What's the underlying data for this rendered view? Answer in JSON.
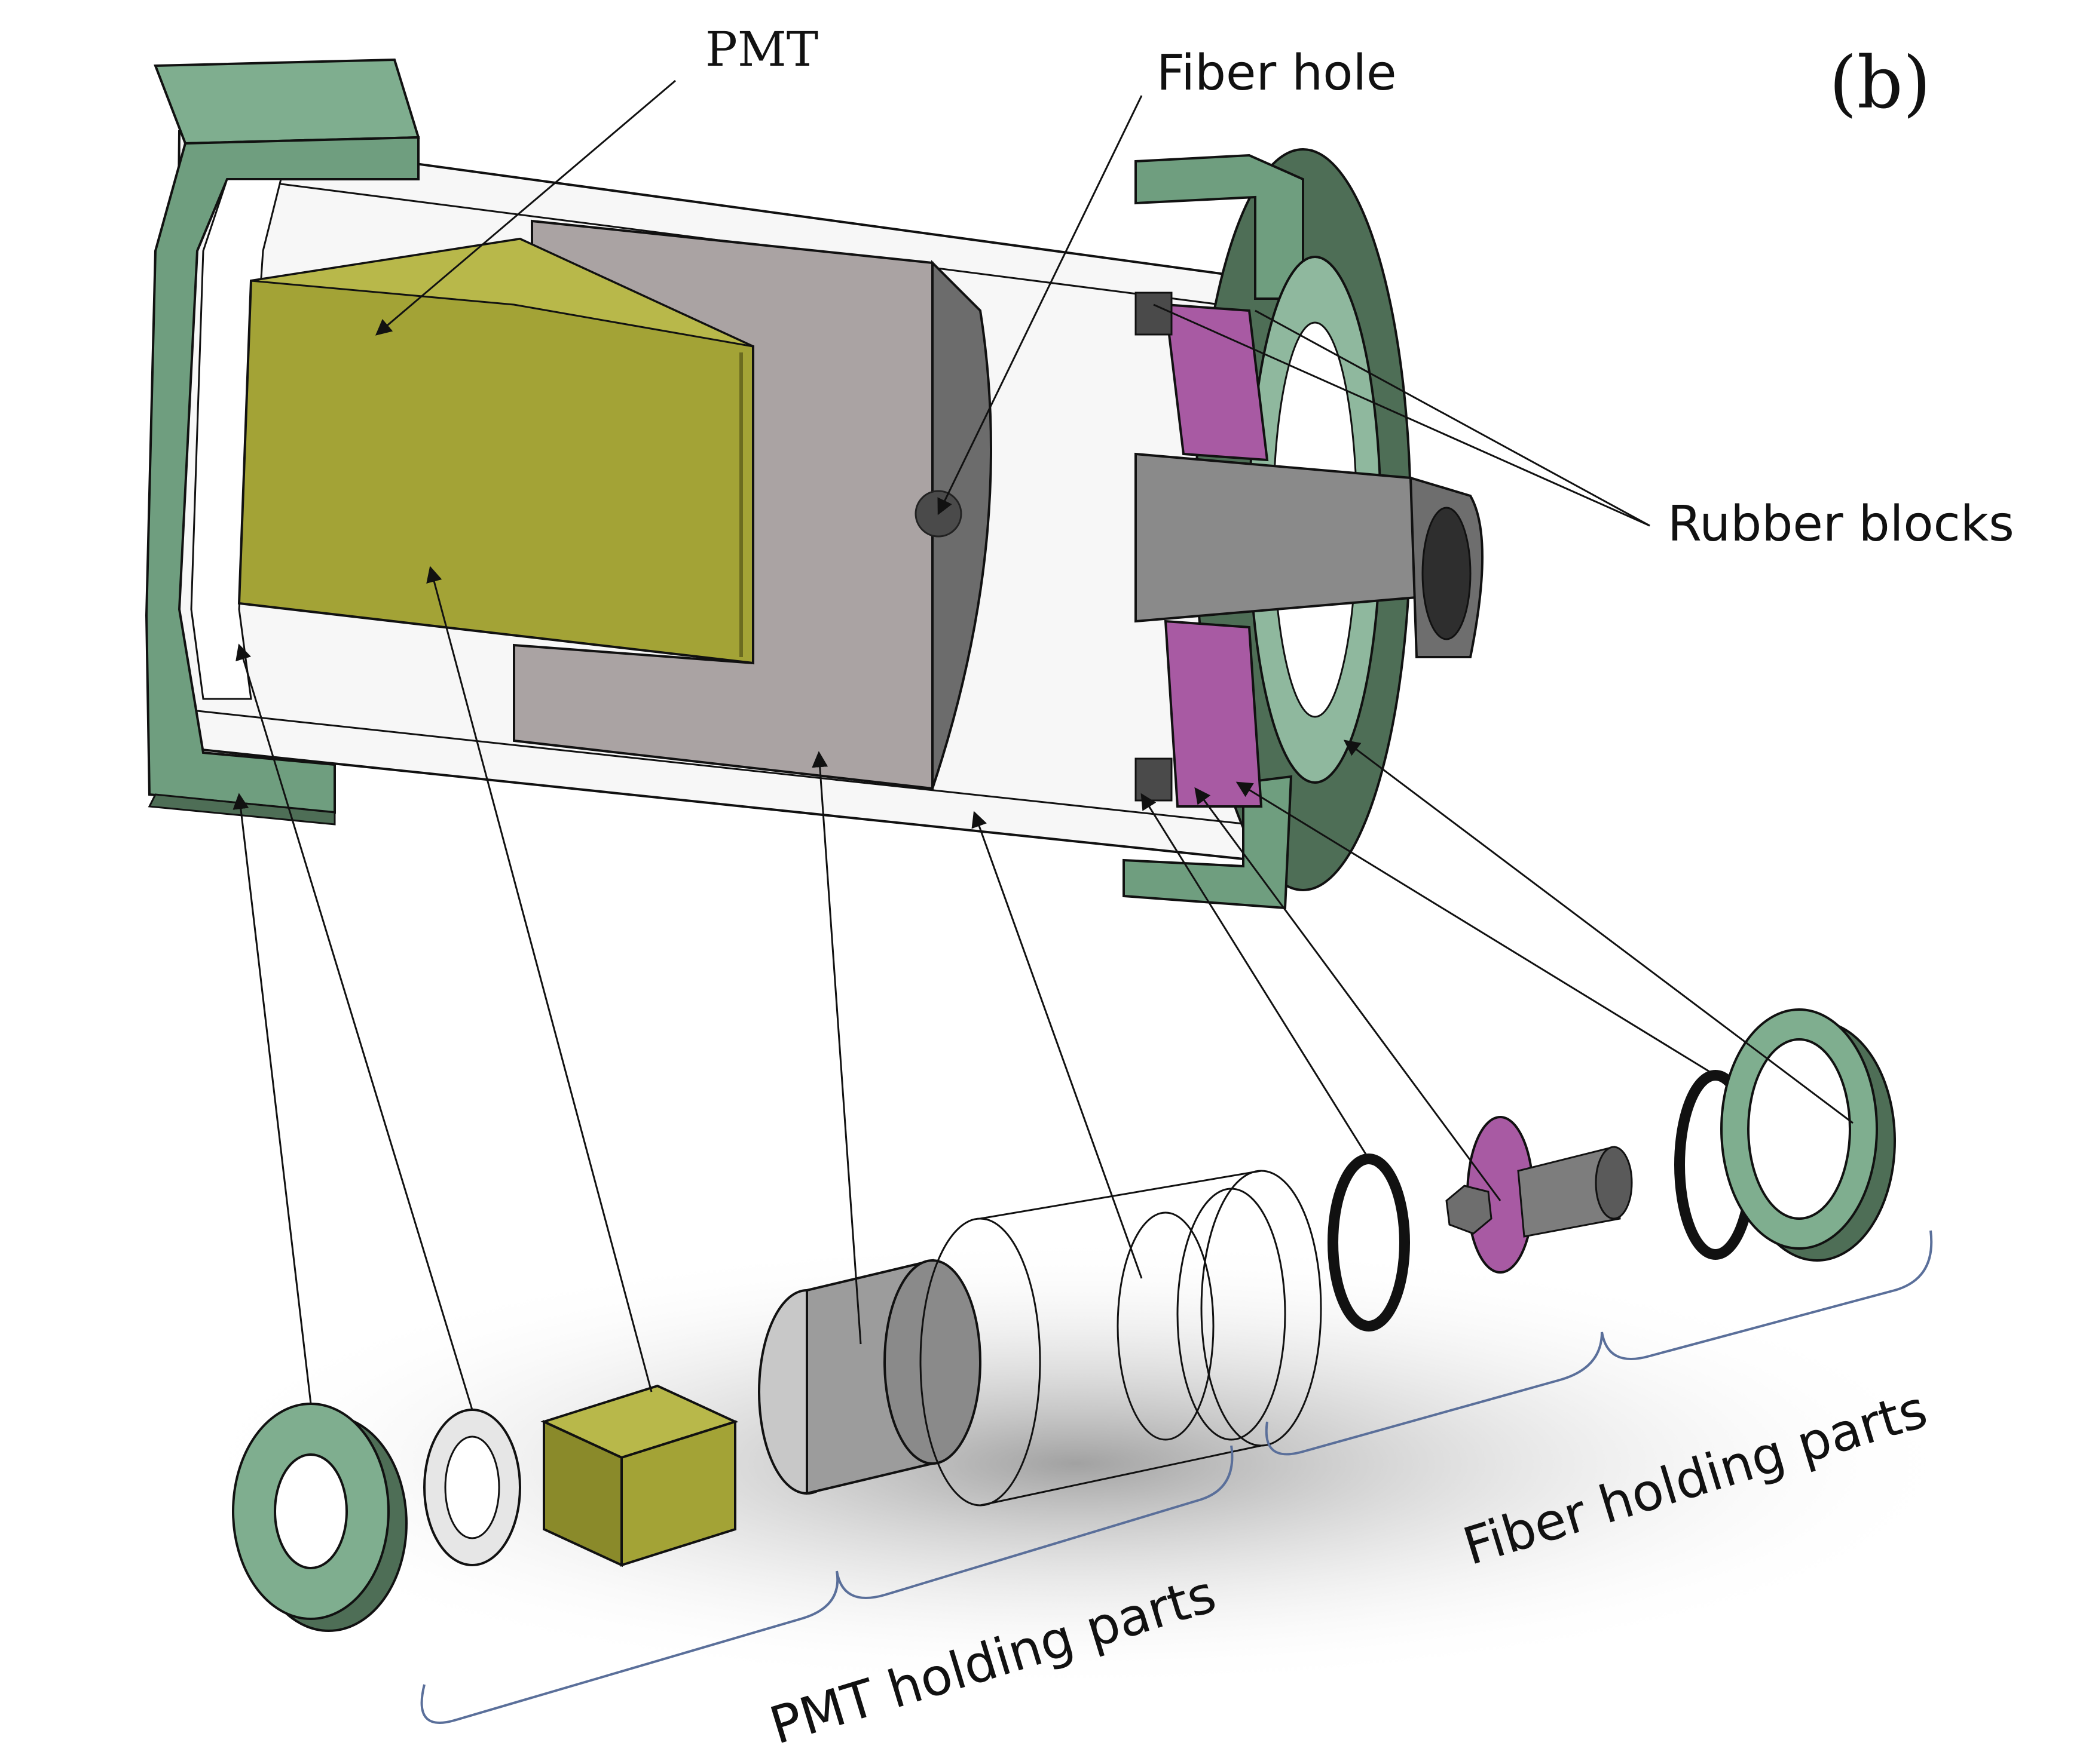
{
  "panel_label": "(b)",
  "labels": {
    "pmt": "PMT",
    "fiber_hole": "Fiber hole",
    "rubber_blocks": "Rubber blocks",
    "pmt_holding_parts": "PMT holding parts",
    "fiber_holding_parts": "Fiber holding parts"
  },
  "colors": {
    "end_cap_green": "#6f9e7f",
    "end_cap_dark": "#4e6e56",
    "pmt_olive": "#a3a336",
    "holder_gray": "#aaa3a3",
    "rubber_magenta": "#a85aa3",
    "connector_gray": "#7d7d7d",
    "outline": "#111111",
    "brace_blue": "#5a6f9a"
  }
}
